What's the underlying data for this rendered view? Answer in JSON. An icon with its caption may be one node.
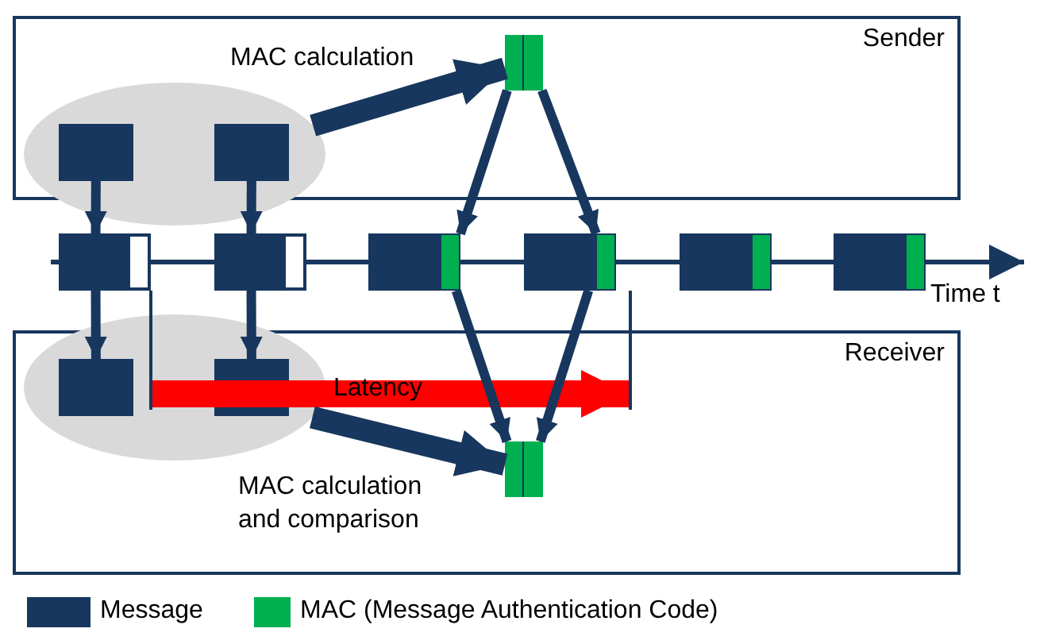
{
  "diagram": {
    "nodes": [
      {
        "text": [
          "Sender"
        ]
      },
      {
        "text": [
          "Receiver"
        ]
      },
      {
        "text": [],
        "shape": "ellipse"
      },
      {
        "text": [],
        "shape": "box",
        "in": 2
      },
      {
        "text": [],
        "shape": "box",
        "in": 2
      },
      {
        "text": [],
        "shape": "bar",
        "in": 0
      },
      {
        "text": [],
        "shape": "box"
      },
      {
        "text": [],
        "shape": "box"
      },
      {
        "text": [],
        "shape": "box"
      },
      {
        "text": [],
        "shape": "box"
      },
      {
        "text": [],
        "shape": "box"
      },
      {
        "text": [],
        "shape": "box"
      },
      {
        "text": [],
        "shape": "ellipse"
      },
      {
        "text": [],
        "shape": "box",
        "in": 12
      },
      {
        "text": [],
        "shape": "box",
        "in": 12
      },
      {
        "text": [],
        "shape": "bar",
        "in": 1
      }
    ],
    "edges": [
      {
        "from": 3,
        "to": 6,
        "arrow": "to"
      },
      {
        "from": 4,
        "to": 7,
        "arrow": "to"
      },
      {
        "from": 2,
        "to": 5,
        "arrow": "to",
        "style": "thick",
        "label": "MAC calculation"
      },
      {
        "from": 5,
        "to": 8,
        "arrow": "to"
      },
      {
        "from": 5,
        "to": 9,
        "arrow": "to"
      },
      {
        "from": 6,
        "to": 13,
        "arrow": "to"
      },
      {
        "from": 7,
        "to": 14,
        "arrow": "to"
      },
      {
        "from": 8,
        "to": 15,
        "arrow": "to"
      },
      {
        "from": 9,
        "to": 15,
        "arrow": "to"
      },
      {
        "from": 12,
        "to": 15,
        "arrow": "to",
        "style": "thick",
        "label": "MAC calculation and comparison"
      }
    ],
    "labels": [
      "Time t",
      "Latency"
    ],
    "legend": [
      {
        "text": "Message",
        "color": "#17375e"
      },
      {
        "text": "MAC (Message Authentication Code)",
        "color": "#00b050"
      }
    ]
  }
}
